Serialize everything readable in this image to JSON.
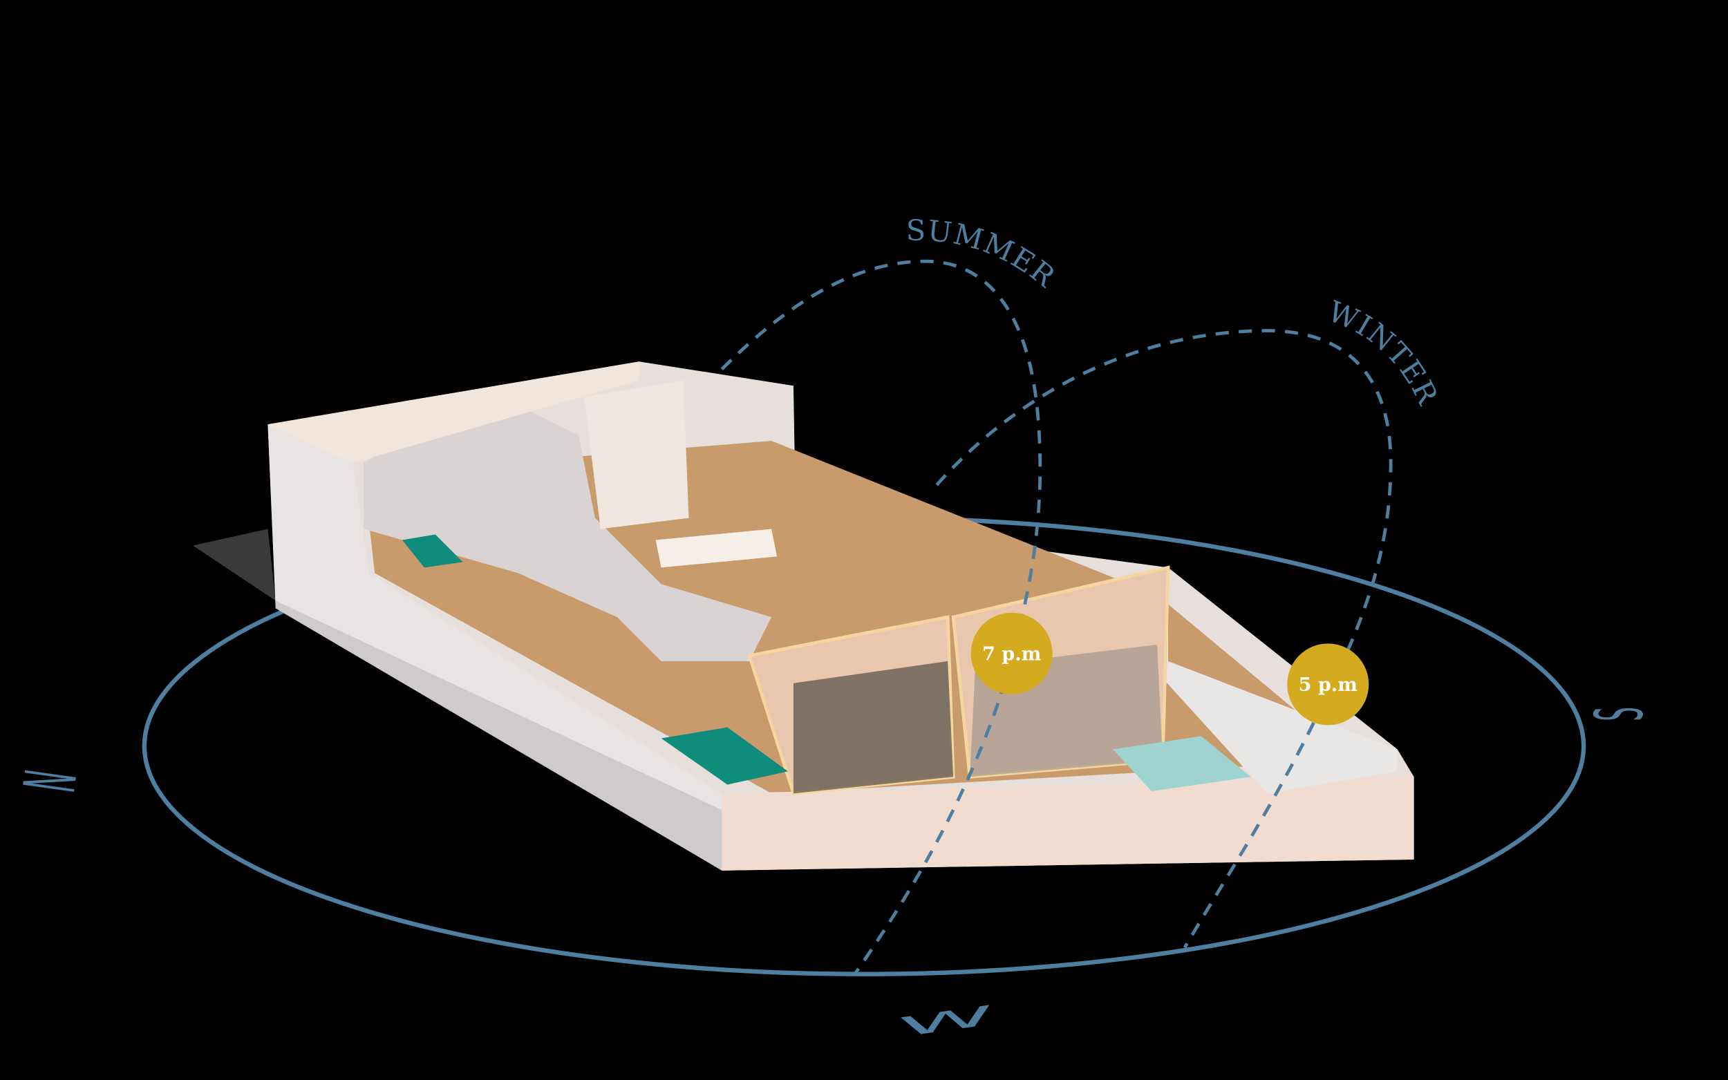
{
  "colors": {
    "path": "#4f7fa0",
    "sun": "#d4aa1e",
    "background": "#000000"
  },
  "sun_paths": [
    {
      "label": "SUMMER"
    },
    {
      "label": "WINTER"
    }
  ],
  "sun_markers": [
    {
      "label": "7 p.m",
      "path": "SUMMER"
    },
    {
      "label": "5 p.m",
      "path": "WINTER"
    }
  ],
  "compass": {
    "north": "N",
    "south": "S",
    "west": "W"
  }
}
